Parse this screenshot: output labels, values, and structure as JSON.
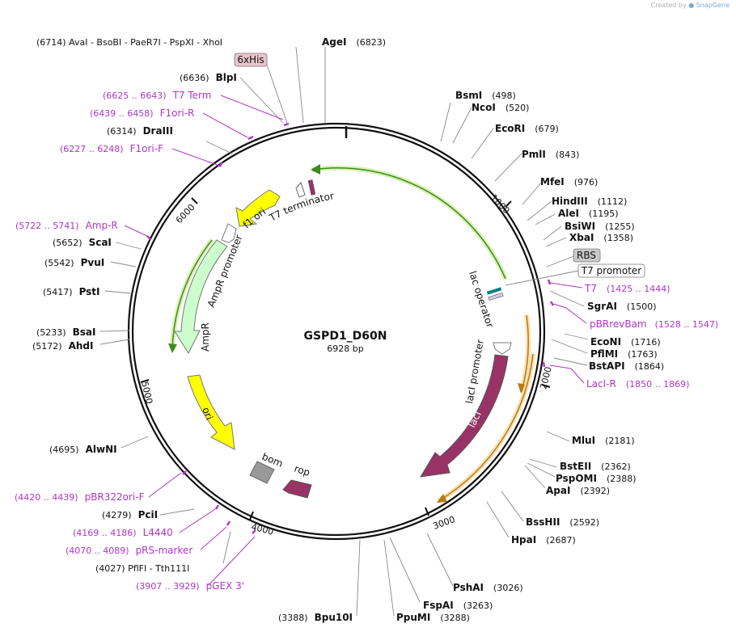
{
  "credit": {
    "prefix": "Created by",
    "brand": "SnapGene"
  },
  "plasmid": {
    "name": "GSPD1_D60N",
    "size": "6928 bp",
    "total_bp": 6928
  },
  "colors": {
    "feature_yellow": "#ffff00",
    "feature_green": "#ccffcc",
    "feature_purple": "#993366",
    "feature_gray": "#999999",
    "primer_purple": "#b035c8",
    "orf_green": "#9acd32",
    "orf_orange": "#f5a623"
  },
  "ticks": [
    "1000",
    "2000",
    "3000",
    "4000",
    "5000",
    "6000"
  ],
  "enzymes": [
    {
      "text": "(6714)  AvaI  -  BsoBI  -  PaeR7I  -  PspXI  -  XhoI"
    },
    {
      "name": "AgeI",
      "pos": "(6823)"
    },
    {
      "name": "BlpI",
      "pos": "(6636)"
    },
    {
      "name": "DraIII",
      "pos": "(6314)"
    },
    {
      "name": "BsmI",
      "pos": "(498)"
    },
    {
      "name": "NcoI",
      "pos": "(520)"
    },
    {
      "name": "EcoRI",
      "pos": "(679)"
    },
    {
      "name": "PmlI",
      "pos": "(843)"
    },
    {
      "name": "MfeI",
      "pos": "(976)"
    },
    {
      "name": "HindIII",
      "pos": "(1112)"
    },
    {
      "name": "AleI",
      "pos": "(1195)"
    },
    {
      "name": "BsiWI",
      "pos": "(1255)"
    },
    {
      "name": "XbaI",
      "pos": "(1358)"
    },
    {
      "name": "SgrAI",
      "pos": "(1500)"
    },
    {
      "name": "EcoNI",
      "pos": "(1716)"
    },
    {
      "name": "PflMI",
      "pos": "(1763)"
    },
    {
      "name": "BstAPI",
      "pos": "(1864)"
    },
    {
      "name": "MluI",
      "pos": "(2181)"
    },
    {
      "name": "BstEII",
      "pos": "(2362)"
    },
    {
      "name": "PspOMI",
      "pos": "(2388)"
    },
    {
      "name": "ApaI",
      "pos": "(2392)"
    },
    {
      "name": "BssHII",
      "pos": "(2592)"
    },
    {
      "name": "HpaI",
      "pos": "(2687)"
    },
    {
      "name": "PshAI",
      "pos": "(3026)"
    },
    {
      "name": "FspAI",
      "pos": "(3263)"
    },
    {
      "name": "PpuMI",
      "pos": "(3288)"
    },
    {
      "name": "Bpu10I",
      "pos": "(3388)"
    },
    {
      "text": "(4027)  PflFI  -  Tth111I"
    },
    {
      "name": "PciI",
      "pos": "(4279)"
    },
    {
      "name": "AlwNI",
      "pos": "(4695)"
    },
    {
      "name": "AhdI",
      "pos": "(5172)"
    },
    {
      "name": "BsaI",
      "pos": "(5233)"
    },
    {
      "name": "PstI",
      "pos": "(5417)"
    },
    {
      "name": "PvuI",
      "pos": "(5542)"
    },
    {
      "name": "ScaI",
      "pos": "(5652)"
    }
  ],
  "primers": [
    {
      "range": "(6625 .. 6643)",
      "name": "T7 Term"
    },
    {
      "range": "(6439 .. 6458)",
      "name": "F1ori-R"
    },
    {
      "range": "(6227 .. 6248)",
      "name": "F1ori-F"
    },
    {
      "range": "(5722 .. 5741)",
      "name": "Amp-R"
    },
    {
      "name": "T7",
      "range": "(1425 .. 1444)"
    },
    {
      "name": "pBRrevBam",
      "range": "(1528 .. 1547)"
    },
    {
      "name": "LacI-R",
      "range": "(1850 .. 1869)"
    },
    {
      "range": "(4420 .. 4439)",
      "name": "pBR322ori-F"
    },
    {
      "range": "(4169 .. 4186)",
      "name": "L4440"
    },
    {
      "range": "(4070 .. 4089)",
      "name": "pRS-marker"
    },
    {
      "range": "(3907 .. 3929)",
      "name": "pGEX 3'"
    }
  ],
  "boxed_labels": [
    "6xHis",
    "RBS",
    "T7 promoter"
  ],
  "features": {
    "f1_ori": "f1 ori",
    "t7_terminator": "T7 terminator",
    "ampr_promoter": "AmpR promoter",
    "ampr": "AmpR",
    "ori": "ori",
    "bom": "bom",
    "rop": "rop",
    "laci": "lacI",
    "laci_promoter": "lacI promoter",
    "lac_operator": "lac operator"
  }
}
